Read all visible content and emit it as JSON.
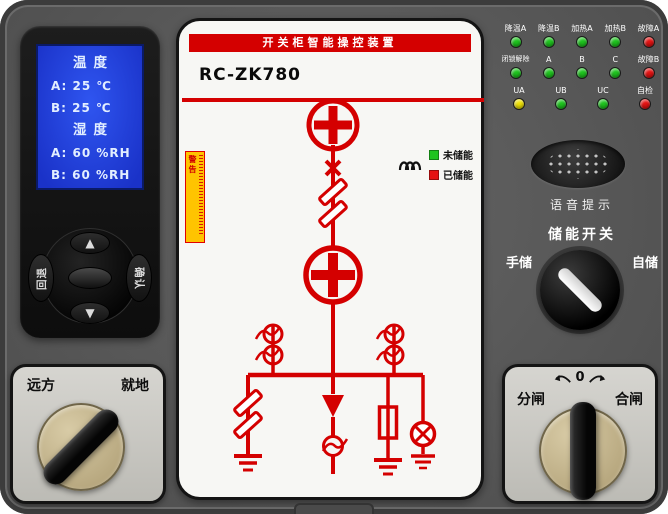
{
  "device": {
    "panel_title": "开关柜智能操控装置",
    "model": "RC-ZK780"
  },
  "lcd": {
    "temp_header": "温度",
    "temp_a": "A: 25 ℃",
    "temp_b": "B: 25 ℃",
    "hum_header": "湿度",
    "hum_a": "A: 60 %RH",
    "hum_b": "B: 60 %RH"
  },
  "nav": {
    "up": "▲",
    "down": "▼",
    "back": "回退",
    "confirm": "确认"
  },
  "warning_label": {
    "title": "警告"
  },
  "legend": {
    "not_charged": "未储能",
    "charged": "已储能",
    "not_charged_color": "#1ec41e",
    "charged_color": "#e51212"
  },
  "leds": {
    "rows": [
      {
        "items": [
          {
            "label": "降温A",
            "color": "#1ec41e"
          },
          {
            "label": "降温B",
            "color": "#1ec41e"
          },
          {
            "label": "加热A",
            "color": "#1ec41e"
          },
          {
            "label": "加热B",
            "color": "#1ec41e"
          },
          {
            "label": "故障A",
            "color": "#e51212"
          }
        ]
      },
      {
        "items": [
          {
            "label": "闭锁解除",
            "color": "#1ec41e"
          },
          {
            "label": "A",
            "color": "#1ec41e"
          },
          {
            "label": "B",
            "color": "#1ec41e"
          },
          {
            "label": "C",
            "color": "#1ec41e"
          },
          {
            "label": "故障B",
            "color": "#e51212"
          }
        ]
      },
      {
        "items": [
          {
            "label": "UA",
            "color": "#f0e205"
          },
          {
            "label": "UB",
            "color": "#1ec41e"
          },
          {
            "label": "UC",
            "color": "#1ec41e"
          },
          {
            "label": "自检",
            "color": "#e51212"
          }
        ]
      }
    ]
  },
  "speaker": {
    "label": "语音提示"
  },
  "energy_switch": {
    "title": "储能开关",
    "left_label": "手储",
    "right_label": "自储"
  },
  "remote_local_switch": {
    "left_label": "远方",
    "right_label": "就地"
  },
  "open_close_switch": {
    "left_label": "分闸",
    "right_label": "合闸",
    "zero_label": "0"
  },
  "colors": {
    "accent_red": "#d40000",
    "panel_white": "#f7f7f4",
    "lcd_blue": "#2038d8",
    "led_green": "#1ec41e",
    "led_red": "#e51212",
    "led_yellow": "#f0e205"
  }
}
